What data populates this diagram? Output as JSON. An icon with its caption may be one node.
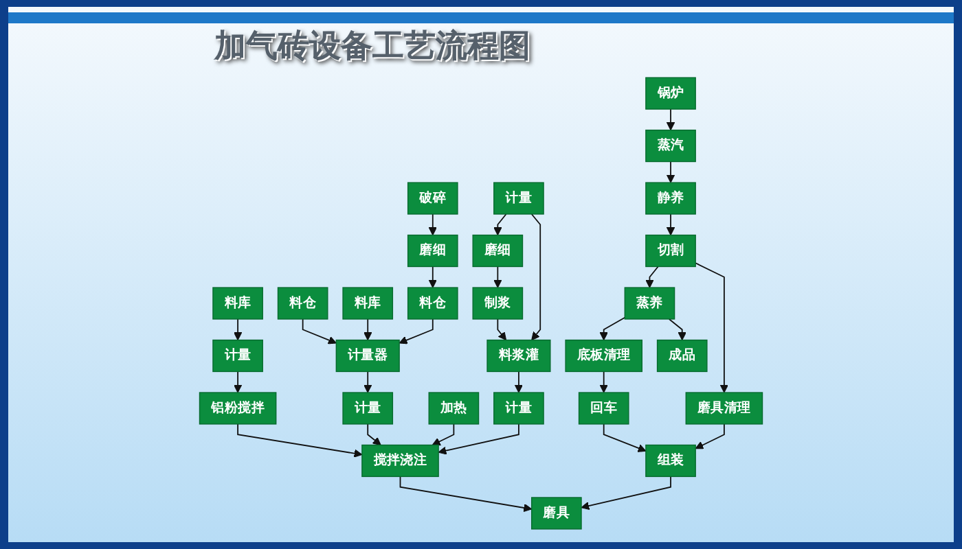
{
  "diagram": {
    "title": "加气砖设备工艺流程图",
    "nodes": [
      {
        "text": [
          "锅炉"
        ]
      },
      {
        "text": [
          "料库"
        ]
      },
      {
        "text": [
          "料仓"
        ]
      },
      {
        "text": [
          "料库"
        ]
      },
      {
        "text": [
          "破碎"
        ]
      },
      {
        "text": [
          "磨细"
        ]
      },
      {
        "text": [
          "计量"
        ]
      },
      {
        "text": [
          "磨细"
        ]
      },
      {
        "text": [
          "制浆"
        ]
      },
      {
        "text": [
          "蒸汽"
        ]
      },
      {
        "text": [
          "计量"
        ]
      },
      {
        "text": [
          "计量器"
        ]
      },
      {
        "text": [
          "料仓"
        ]
      },
      {
        "text": [
          "料浆灌"
        ]
      },
      {
        "text": [
          "铝粉搅拌"
        ]
      },
      {
        "text": [
          "计量"
        ]
      },
      {
        "text": [
          "计量"
        ]
      },
      {
        "text": [
          "搅拌浇注"
        ]
      },
      {
        "text": [
          "加热"
        ]
      },
      {
        "text": [
          "磨具"
        ]
      },
      {
        "text": [
          "组装"
        ]
      },
      {
        "text": [
          "回车"
        ]
      },
      {
        "text": [
          "底板清理"
        ]
      },
      {
        "text": [
          "磨具清理"
        ]
      },
      {
        "text": [
          "静养"
        ]
      },
      {
        "text": [
          "切割"
        ]
      },
      {
        "text": [
          "蒸养"
        ]
      },
      {
        "text": [
          "成品"
        ]
      }
    ],
    "edges": [
      {
        "from": 0,
        "to": 9,
        "arrow": "to"
      },
      {
        "from": 1,
        "to": 10,
        "arrow": "to"
      },
      {
        "from": 2,
        "to": 11,
        "arrow": "to"
      },
      {
        "from": 3,
        "to": 11,
        "arrow": "to"
      },
      {
        "from": 4,
        "to": 7,
        "arrow": "to"
      },
      {
        "from": 6,
        "to": 5,
        "arrow": "to"
      },
      {
        "from": 5,
        "to": 8,
        "arrow": "to"
      },
      {
        "from": 7,
        "to": 12,
        "arrow": "to"
      },
      {
        "from": 12,
        "to": 11,
        "arrow": "to"
      },
      {
        "from": 8,
        "to": 13,
        "arrow": "to"
      },
      {
        "from": 6,
        "to": 13,
        "arrow": "to"
      },
      {
        "from": 10,
        "to": 14,
        "arrow": "to"
      },
      {
        "from": 11,
        "to": 15,
        "arrow": "to"
      },
      {
        "from": 13,
        "to": 16,
        "arrow": "to"
      },
      {
        "from": 14,
        "to": 17,
        "arrow": "to"
      },
      {
        "from": 15,
        "to": 17,
        "arrow": "to"
      },
      {
        "from": 18,
        "to": 17,
        "arrow": "to"
      },
      {
        "from": 16,
        "to": 17,
        "arrow": "to"
      },
      {
        "from": 17,
        "to": 19,
        "arrow": "to"
      },
      {
        "from": 20,
        "to": 19,
        "arrow": "to"
      },
      {
        "from": 21,
        "to": 20,
        "arrow": "to"
      },
      {
        "from": 22,
        "to": 21,
        "arrow": "to"
      },
      {
        "from": 23,
        "to": 20,
        "arrow": "to"
      },
      {
        "from": 9,
        "to": 24,
        "arrow": "to"
      },
      {
        "from": 24,
        "to": 25,
        "arrow": "to"
      },
      {
        "from": 25,
        "to": 23,
        "arrow": "to"
      },
      {
        "from": 25,
        "to": 26,
        "arrow": "to"
      },
      {
        "from": 26,
        "to": 22,
        "arrow": "to"
      },
      {
        "from": 26,
        "to": 27,
        "arrow": "to"
      }
    ]
  }
}
